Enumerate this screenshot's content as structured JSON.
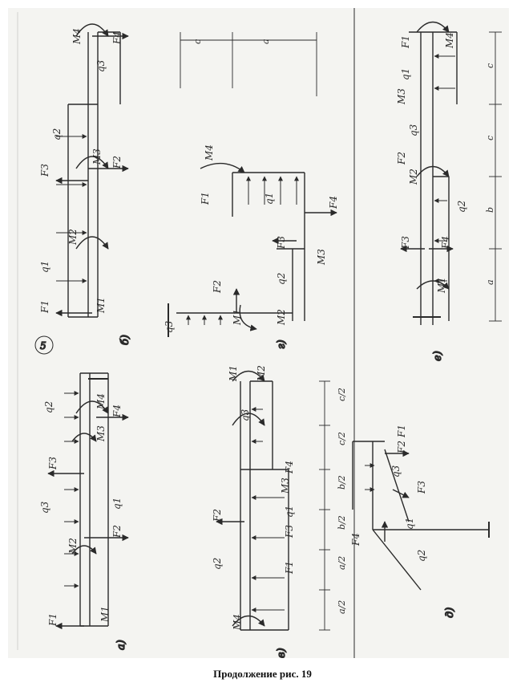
{
  "caption": "Продолжение рис. 19",
  "panel_number": "5",
  "colors": {
    "ink": "#2a2a2a",
    "paper": "#f4f4f1"
  },
  "labels": {
    "a": {
      "letter": "а)",
      "items": [
        "F1",
        "M1",
        "M2",
        "q3",
        "F2",
        "F3",
        "M3",
        "q1",
        "q2",
        "M4",
        "F4"
      ]
    },
    "b": {
      "letter": "б)",
      "items": [
        "F1",
        "q1",
        "M1",
        "M2",
        "F3",
        "q2",
        "M3",
        "F2",
        "q3",
        "M4",
        "F4"
      ]
    },
    "v": {
      "letter": "в)",
      "items": [
        "M4",
        "q2",
        "F2",
        "q1",
        "M3",
        "F1",
        "F3",
        "F4",
        "q3",
        "M2",
        "M1"
      ],
      "dims": [
        "a/2",
        "a/2",
        "b/2",
        "b/2",
        "c/2",
        "c/2"
      ]
    },
    "g": {
      "letter": "г)",
      "items": [
        "q3",
        "F2",
        "M1",
        "M2",
        "q2",
        "F3",
        "M3",
        "F1",
        "q1",
        "M4",
        "F4"
      ],
      "dims": [
        "c",
        "a"
      ]
    },
    "d": {
      "letter": "д)",
      "items": [
        "F4",
        "q2",
        "q1",
        "F3",
        "q3",
        "F2",
        "F1"
      ]
    },
    "e": {
      "letter": "е)",
      "items": [
        "F1",
        "M1",
        "F3",
        "F4",
        "q2",
        "M2",
        "F2",
        "q3",
        "M3",
        "q1",
        "M4"
      ],
      "dims": [
        "a",
        "b",
        "c",
        "c"
      ]
    }
  }
}
